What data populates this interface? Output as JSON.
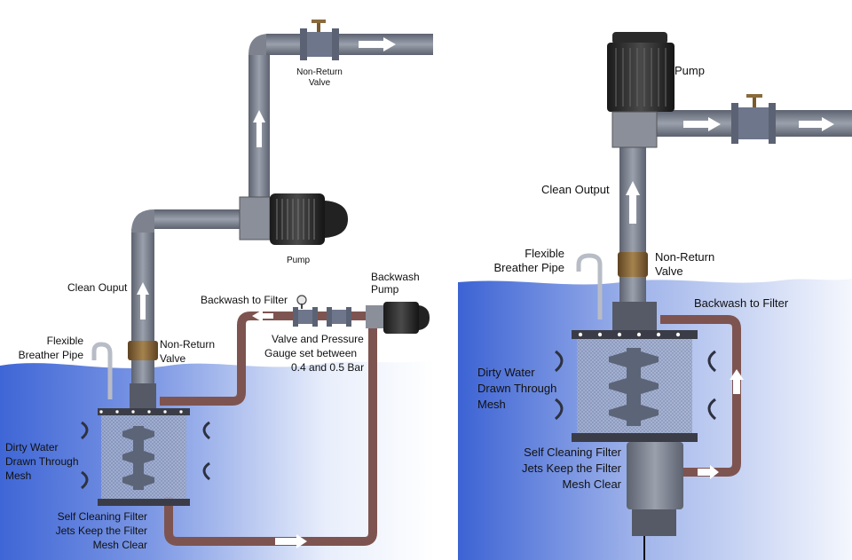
{
  "left_panel": {
    "non_return_valve_top": [
      "Non-Return",
      "Valve"
    ],
    "pump": "Pump",
    "clean_output": "Clean Ouput",
    "backwash_to_filter": "Backwash to Filter",
    "backwash_pump": [
      "Backwash",
      "Pump"
    ],
    "valve_gauge": [
      "Valve and Pressure",
      "Gauge set between",
      "0.4 and 0.5 Bar"
    ],
    "flexible_breather": [
      "Flexible",
      "Breather Pipe"
    ],
    "non_return_valve_mid": [
      "Non-Return",
      "Valve"
    ],
    "dirty_water": [
      "Dirty Water",
      "Drawn Through",
      "Mesh"
    ],
    "self_cleaning": [
      "Self Cleaning Filter",
      "Jets Keep the Filter",
      "Mesh Clear"
    ]
  },
  "right_panel": {
    "pump": "Pump",
    "clean_output": "Clean Output",
    "flexible_breather": [
      "Flexible",
      "Breather Pipe"
    ],
    "non_return_valve": [
      "Non-Return",
      "Valve"
    ],
    "backwash_to_filter": "Backwash to Filter",
    "dirty_water": [
      "Dirty Water",
      "Drawn Through",
      "Mesh"
    ],
    "self_cleaning": [
      "Self Cleaning Filter",
      "Jets Keep the Filter",
      "Mesh Clear"
    ]
  },
  "colors": {
    "pipe_grey": "#8a8f9a",
    "pipe_brown": "#7e5450",
    "water_light": "#dfe8f8",
    "water_dark": "#4a6fd8",
    "valve_blue": "#6a7288",
    "brass": "#8a6a3c"
  }
}
